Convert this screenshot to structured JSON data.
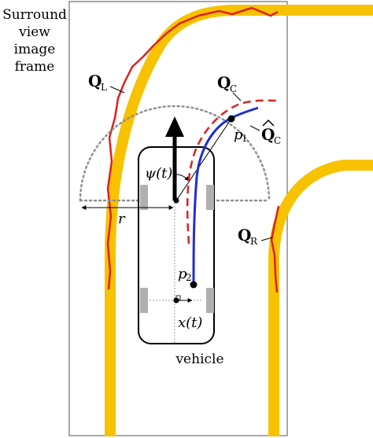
{
  "labels": {
    "frame_line1": "Surround",
    "frame_line2": "view",
    "frame_line3": "image",
    "frame_line4": "frame",
    "q_left": "Q",
    "q_left_sub": "L",
    "q_center": "Q",
    "q_center_sub": "C",
    "q_hat": "Q",
    "q_hat_sub": "C",
    "q_right": "Q",
    "q_right_sub": "R",
    "p1": "p",
    "p1_sub": "1",
    "p2": "p",
    "p2_sub": "2",
    "psi": "ψ(t)",
    "radius": "r",
    "offset": "x(t)",
    "vehicle": "vehicle"
  },
  "colors": {
    "lane_yellow": "#F7C200",
    "lane_red": "#E0201E",
    "predicted_blue": "#1F2FD0",
    "center_dashed_red": "#E0201E",
    "frame_gray": "#8C8C8C",
    "dotted_gray": "#909090",
    "wheel_gray": "#B0B0B0"
  }
}
